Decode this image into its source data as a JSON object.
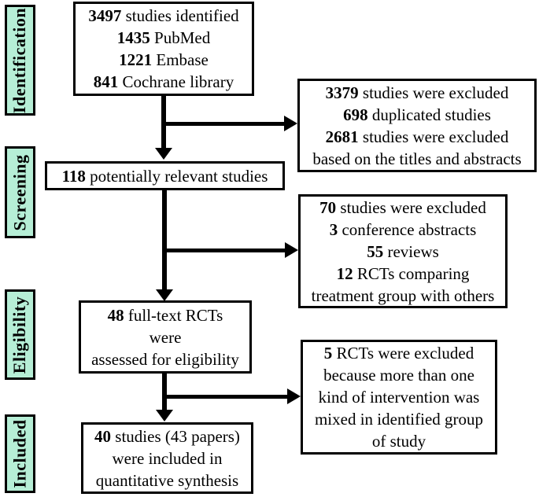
{
  "figure": {
    "type": "prisma-flow-diagram",
    "colors": {
      "stage_label_bg": "#b6eed6",
      "box_bg": "#ffffff",
      "border": "#000000",
      "arrow": "#000000",
      "text": "#000000"
    },
    "stages": [
      {
        "label": "Identification"
      },
      {
        "label": "Screening"
      },
      {
        "label": "Eligibility"
      },
      {
        "label": "Included"
      }
    ],
    "boxes": {
      "identified": {
        "lines": [
          {
            "bold": "3497",
            "text": " studies identified"
          },
          {
            "bold": "1435",
            "text": " PubMed"
          },
          {
            "bold": "1221",
            "text": " Embase"
          },
          {
            "bold": "841",
            "text": " Cochrane library"
          }
        ]
      },
      "excluded_initial": {
        "lines": [
          {
            "bold": "3379",
            "text": " studies were excluded"
          },
          {
            "bold": "698",
            "text": " duplicated studies"
          },
          {
            "bold": "2681",
            "text": " studies were excluded"
          },
          {
            "bold": "",
            "text": "based on the titles and abstracts"
          }
        ]
      },
      "screened": {
        "lines": [
          {
            "bold": "118",
            "text": " potentially relevant studies"
          }
        ]
      },
      "excluded_screening": {
        "lines": [
          {
            "bold": "70",
            "text": " studies were excluded"
          },
          {
            "bold": "3",
            "text": " conference abstracts"
          },
          {
            "bold": "55",
            "text": " reviews"
          },
          {
            "bold": "12",
            "text": " RCTs comparing"
          },
          {
            "bold": "",
            "text": "treatment group with others"
          }
        ]
      },
      "fulltext": {
        "lines": [
          {
            "bold": "48",
            "text": " full-text RCTs"
          },
          {
            "bold": "",
            "text": "were"
          },
          {
            "bold": "",
            "text": "assessed for eligibility"
          }
        ]
      },
      "excluded_eligibility": {
        "lines": [
          {
            "bold": "5",
            "text": " RCTs were excluded"
          },
          {
            "bold": "",
            "text": "because more than one"
          },
          {
            "bold": "",
            "text": "kind of intervention was"
          },
          {
            "bold": "",
            "text": "mixed in identified group"
          },
          {
            "bold": "",
            "text": "of study"
          }
        ]
      },
      "included": {
        "lines": [
          {
            "bold": "40",
            "text": " studies (43 papers)"
          },
          {
            "bold": "",
            "text": "were included in"
          },
          {
            "bold": "",
            "text": "quantitative synthesis"
          }
        ]
      }
    }
  }
}
